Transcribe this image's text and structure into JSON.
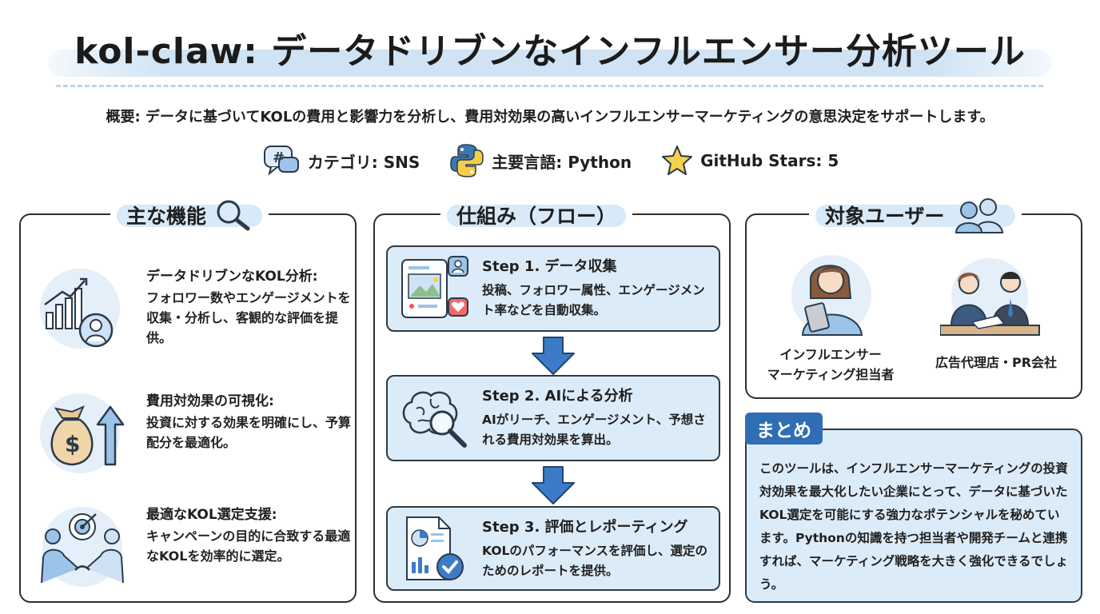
{
  "title": "kol-claw: データドリブンなインフルエンサー分析ツール",
  "overview": "概要: データに基づいてKOLの費用と影響力を分析し、費用対効果の高いインフルエンサーマーケティングの意思決定をサポートします。",
  "meta": {
    "category": "カテゴリ: SNS",
    "language": "主要言語: Python",
    "stars": "GitHub Stars: 5"
  },
  "features": {
    "heading": "主な機能",
    "items": [
      {
        "title": "データドリブンなKOL分析:",
        "desc": "フォロワー数やエンゲージメントを収集・分析し、客観的な評価を提供。",
        "icon": "chart-person-icon"
      },
      {
        "title": "費用対効果の可視化:",
        "desc": "投資に対する効果を明確にし、予算配分を最適化。",
        "icon": "money-bag-icon"
      },
      {
        "title": "最適なKOL選定支援:",
        "desc": "キャンペーンの目的に合致する最適なKOLを効率的に選定。",
        "icon": "target-handshake-icon"
      }
    ]
  },
  "flow": {
    "heading": "仕組み（フロー）",
    "steps": [
      {
        "title": "Step 1. データ収集",
        "desc": "投稿、フォロワー属性、エンゲージメント率などを自動収集。",
        "icon": "social-post-icon"
      },
      {
        "title": "Step 2. AIによる分析",
        "desc": "AIがリーチ、エンゲージメント、予想される費用対効果を算出。",
        "icon": "brain-magnifier-icon"
      },
      {
        "title": "Step 3. 評価とレポーティング",
        "desc": "KOLのパフォーマンスを評価し、選定のためのレポートを提供。",
        "icon": "report-check-icon"
      }
    ]
  },
  "users": {
    "heading": "対象ユーザー",
    "items": [
      {
        "label_line1": "インフルエンサー",
        "label_line2": "マーケティング担当者",
        "icon": "marketer-tablet-icon"
      },
      {
        "label_line1": "広告代理店・PR会社",
        "label_line2": "",
        "icon": "agency-meeting-icon"
      }
    ]
  },
  "summary": {
    "tag": "まとめ",
    "text": "このツールは、インフルエンサーマーケティングの投資対効果を最大化したい企業にとって、データに基づいたKOL選定を可能にする強力なポテンシャルを秘めています。Pythonの知識を持つ担当者や開発チームと連携すれば、マーケティング戦略を大きく強化できるでしょう。"
  },
  "colors": {
    "accent": "#2f6db5",
    "light_blue": "#dcebf8",
    "icon_blue": "#4f86c6"
  }
}
